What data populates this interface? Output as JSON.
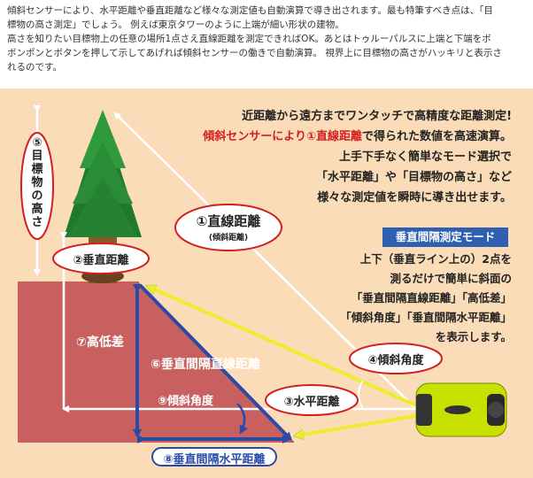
{
  "intro": {
    "line1": "傾斜センサーにより、水平距離や垂直距離など様々な測定値も自動演算で導き出されます。最も特筆すべき点は、「目",
    "line2": "標物の高さ測定」でしょう。 例えば東京タワーのように上端が細い形状の建物。",
    "line3": "高さを知りたい目標物上の任意の場所1点さえ直線距離を測定できればOK。あとはトゥルーパルスに上端と下端をボ",
    "line4": "ボンポンとボタンを押して示してあげれば傾斜センサーの働きで自動演算。 視界上に目標物の高さがハッキリと表示さ",
    "line5": "れるのです。"
  },
  "description": {
    "line1": "近距離から遠方までワンタッチで高精度な距離測定!",
    "line2_red": "傾斜センサーにより①直線距離",
    "line2_rest": "で得られた数値を高速演算。",
    "line3": "上手下手なく簡単なモード選択で",
    "line4": "「水平距離」や「目標物の高さ」など",
    "line5": "様々な測定値を瞬時に導き出せます。"
  },
  "mode": {
    "title": "垂直間隔測定モード",
    "line1": "上下（垂直ライン上の）2点を",
    "line2": "測るだけで簡単に斜面の",
    "line3": "「垂直間隔直線距離」「高低差」",
    "line4": "「傾斜角度」「垂直間隔水平距離」",
    "line5": "を表示します。"
  },
  "labels": {
    "target_height_num": "⑤",
    "target_height_chars": [
      "目",
      "標",
      "物",
      "の",
      "高",
      "さ"
    ],
    "vertical_distance": "②垂直距離",
    "linear_distance": "①直線距離",
    "linear_distance_sub": "(傾斜距離)",
    "height_difference": "⑦高低差",
    "vertical_interval_linear": "⑥垂直間隔直線距離",
    "inclination_angle": "④傾斜角度",
    "slope_angle": "⑨傾斜角度",
    "horizontal_distance": "③水平距離",
    "vertical_interval_horizontal": "⑧垂直間隔水平距離"
  },
  "colors": {
    "background": "#fbdcb8",
    "slope": "#c86060",
    "blue": "#2a4aa8",
    "yellow": "#ecec30",
    "red_text": "#d21f1f",
    "device": "#c8e000"
  }
}
